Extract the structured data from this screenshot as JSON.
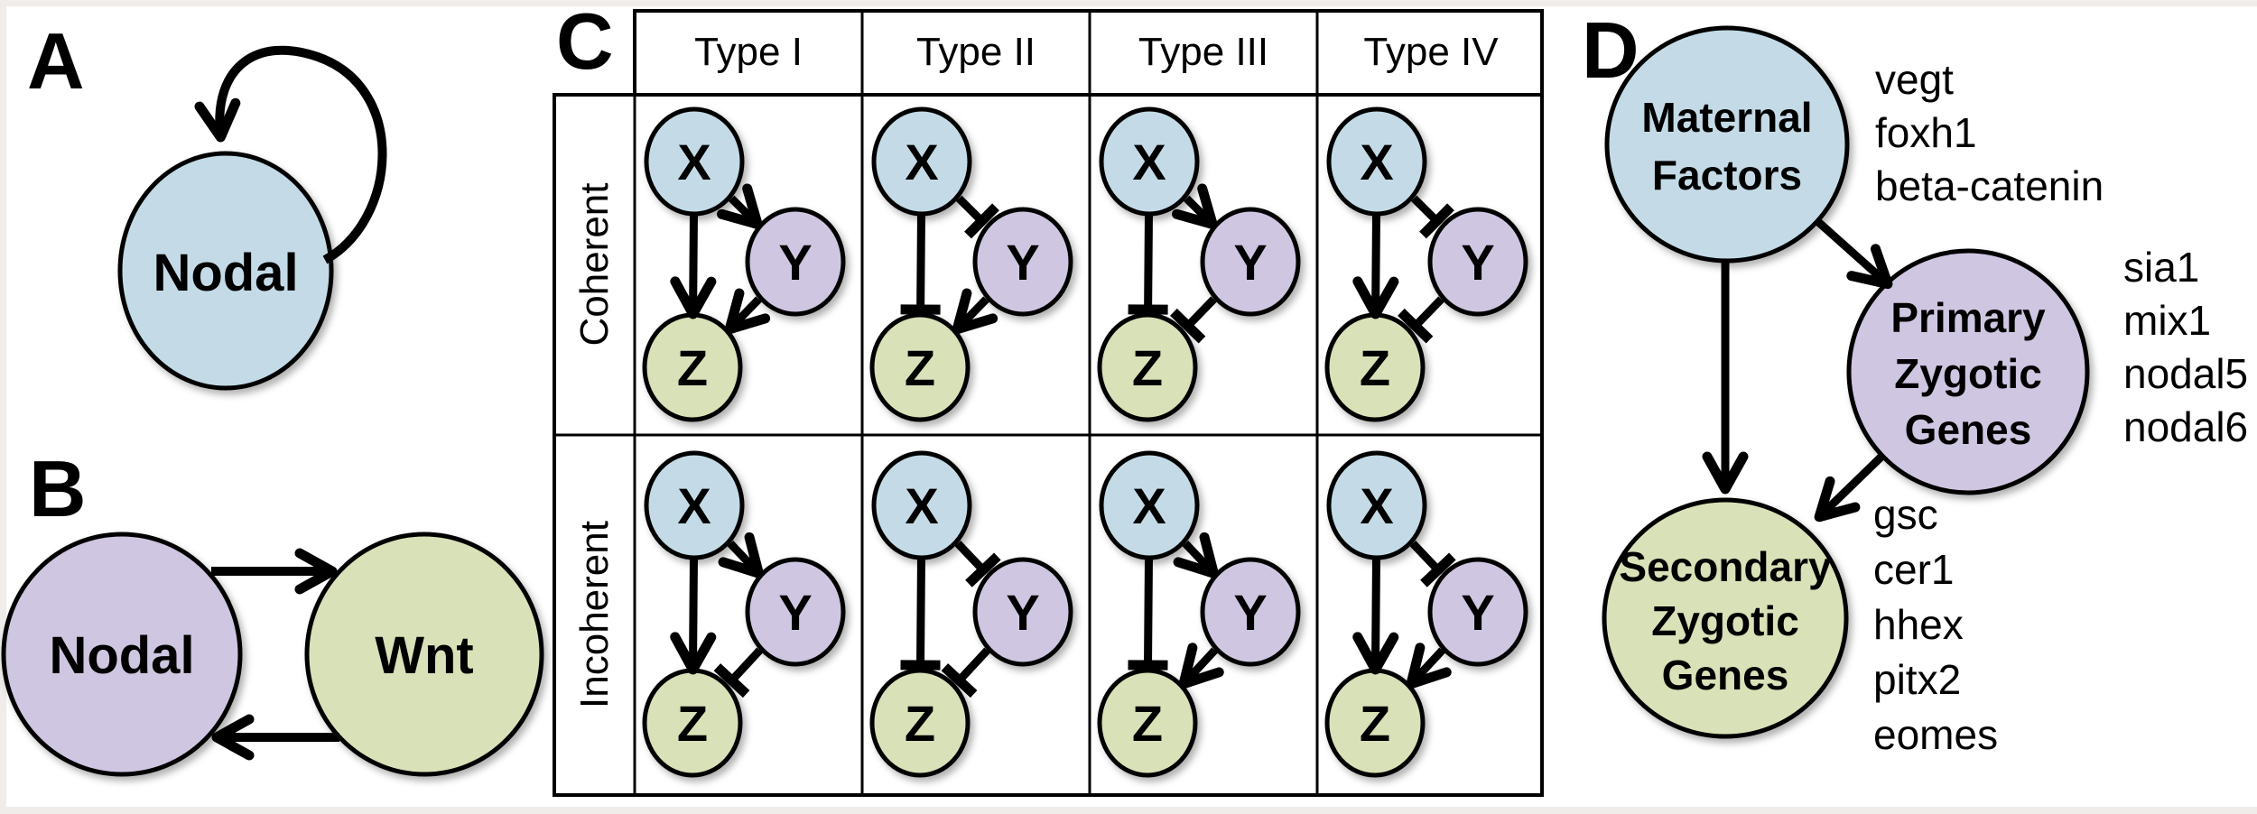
{
  "panels": {
    "a": {
      "label": "A",
      "node": {
        "label": "Nodal",
        "color": "node_blue"
      },
      "self_loop": {
        "from": "Nodal",
        "to": "Nodal",
        "type": "activate"
      }
    },
    "b": {
      "label": "B",
      "nodes": [
        {
          "label": "Nodal",
          "color": "node_purple"
        },
        {
          "label": "Wnt",
          "color": "node_green"
        }
      ],
      "edges": [
        {
          "from": "Nodal",
          "to": "Wnt",
          "type": "activate"
        },
        {
          "from": "Wnt",
          "to": "Nodal",
          "type": "activate"
        }
      ]
    },
    "c": {
      "label": "C",
      "column_headers": [
        "Type I",
        "Type II",
        "Type III",
        "Type IV"
      ],
      "row_labels": [
        "Coherent",
        "Incoherent"
      ],
      "node_labels": {
        "x": "X",
        "y": "Y",
        "z": "Z"
      },
      "node_colors": {
        "x": "node_blue",
        "y": "node_purple",
        "z": "node_green"
      },
      "motifs": [
        {
          "row": "Coherent",
          "type": "Type I",
          "x_to_y": "activate",
          "x_to_z": "activate",
          "y_to_z": "activate"
        },
        {
          "row": "Coherent",
          "type": "Type II",
          "x_to_y": "inhibit",
          "x_to_z": "inhibit",
          "y_to_z": "activate"
        },
        {
          "row": "Coherent",
          "type": "Type III",
          "x_to_y": "activate",
          "x_to_z": "inhibit",
          "y_to_z": "inhibit"
        },
        {
          "row": "Coherent",
          "type": "Type IV",
          "x_to_y": "inhibit",
          "x_to_z": "activate",
          "y_to_z": "inhibit"
        },
        {
          "row": "Incoherent",
          "type": "Type I",
          "x_to_y": "activate",
          "x_to_z": "activate",
          "y_to_z": "inhibit"
        },
        {
          "row": "Incoherent",
          "type": "Type II",
          "x_to_y": "inhibit",
          "x_to_z": "inhibit",
          "y_to_z": "inhibit"
        },
        {
          "row": "Incoherent",
          "type": "Type III",
          "x_to_y": "activate",
          "x_to_z": "inhibit",
          "y_to_z": "activate"
        },
        {
          "row": "Incoherent",
          "type": "Type IV",
          "x_to_y": "inhibit",
          "x_to_z": "activate",
          "y_to_z": "activate"
        }
      ]
    },
    "d": {
      "label": "D",
      "nodes": [
        {
          "name": "Maternal Factors",
          "lines": [
            "Maternal",
            "Factors"
          ],
          "color": "node_blue",
          "genes": [
            "vegt",
            "foxh1",
            "beta-catenin"
          ]
        },
        {
          "name": "Primary Zygotic Genes",
          "lines": [
            "Primary",
            "Zygotic",
            "Genes"
          ],
          "color": "node_purple",
          "genes": [
            "sia1",
            "mix1",
            "nodal5",
            "nodal6"
          ]
        },
        {
          "name": "Secondary Zygotic Genes",
          "lines": [
            "Secondary",
            "Zygotic",
            "Genes"
          ],
          "color": "node_green",
          "genes": [
            "gsc",
            "cer1",
            "hhex",
            "pitx2",
            "eomes"
          ]
        }
      ],
      "edges": [
        {
          "from": "Maternal Factors",
          "to": "Primary Zygotic Genes",
          "type": "activate"
        },
        {
          "from": "Maternal Factors",
          "to": "Secondary Zygotic Genes",
          "type": "activate"
        },
        {
          "from": "Primary Zygotic Genes",
          "to": "Secondary Zygotic Genes",
          "type": "activate"
        }
      ]
    }
  },
  "colors": {
    "node_blue": "#c4dbe7",
    "node_purple": "#cfc6e1",
    "node_green": "#d9e1b8",
    "outline": "#000000",
    "background": "#ffffff",
    "page_edge": "#efece9"
  }
}
